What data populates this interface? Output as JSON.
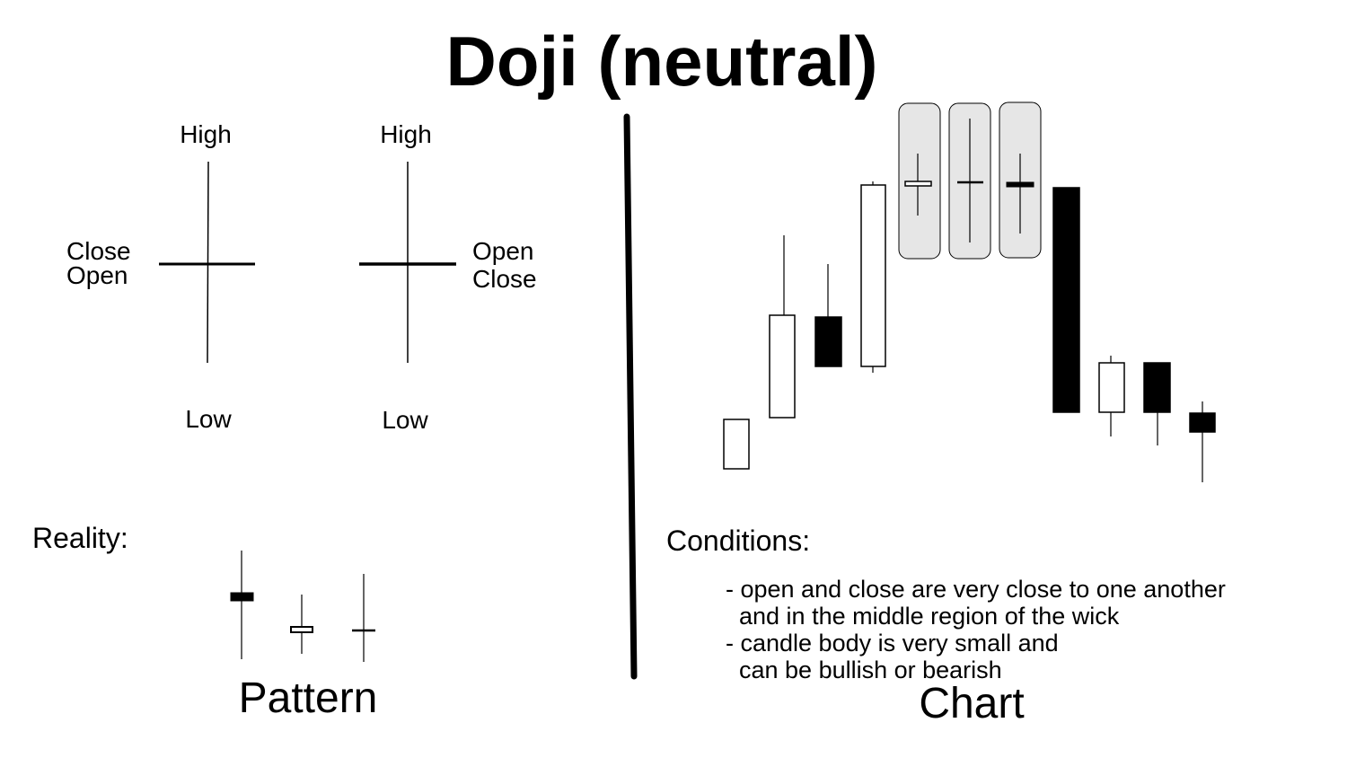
{
  "title": "Doji (neutral)",
  "pattern_diagram": {
    "left": {
      "top_label": "High",
      "bottom_label": "Low",
      "mid_label_1": "Close",
      "mid_label_2": "Open"
    },
    "right": {
      "top_label": "High",
      "bottom_label": "Low",
      "mid_label_1": "Open",
      "mid_label_2": "Close"
    }
  },
  "reality_label": "Reality:",
  "pattern_caption": "Pattern",
  "chart_caption": "Chart",
  "conditions": {
    "heading": "Conditions:",
    "lines": [
      "- open and close are very close to one another",
      "  and in the middle region of the wick",
      "- candle body is very small and",
      "  can be bullish or bearish"
    ]
  },
  "colors": {
    "bullish": "#ffffff",
    "bearish": "#000000",
    "highlight": "#e6e6e6"
  }
}
